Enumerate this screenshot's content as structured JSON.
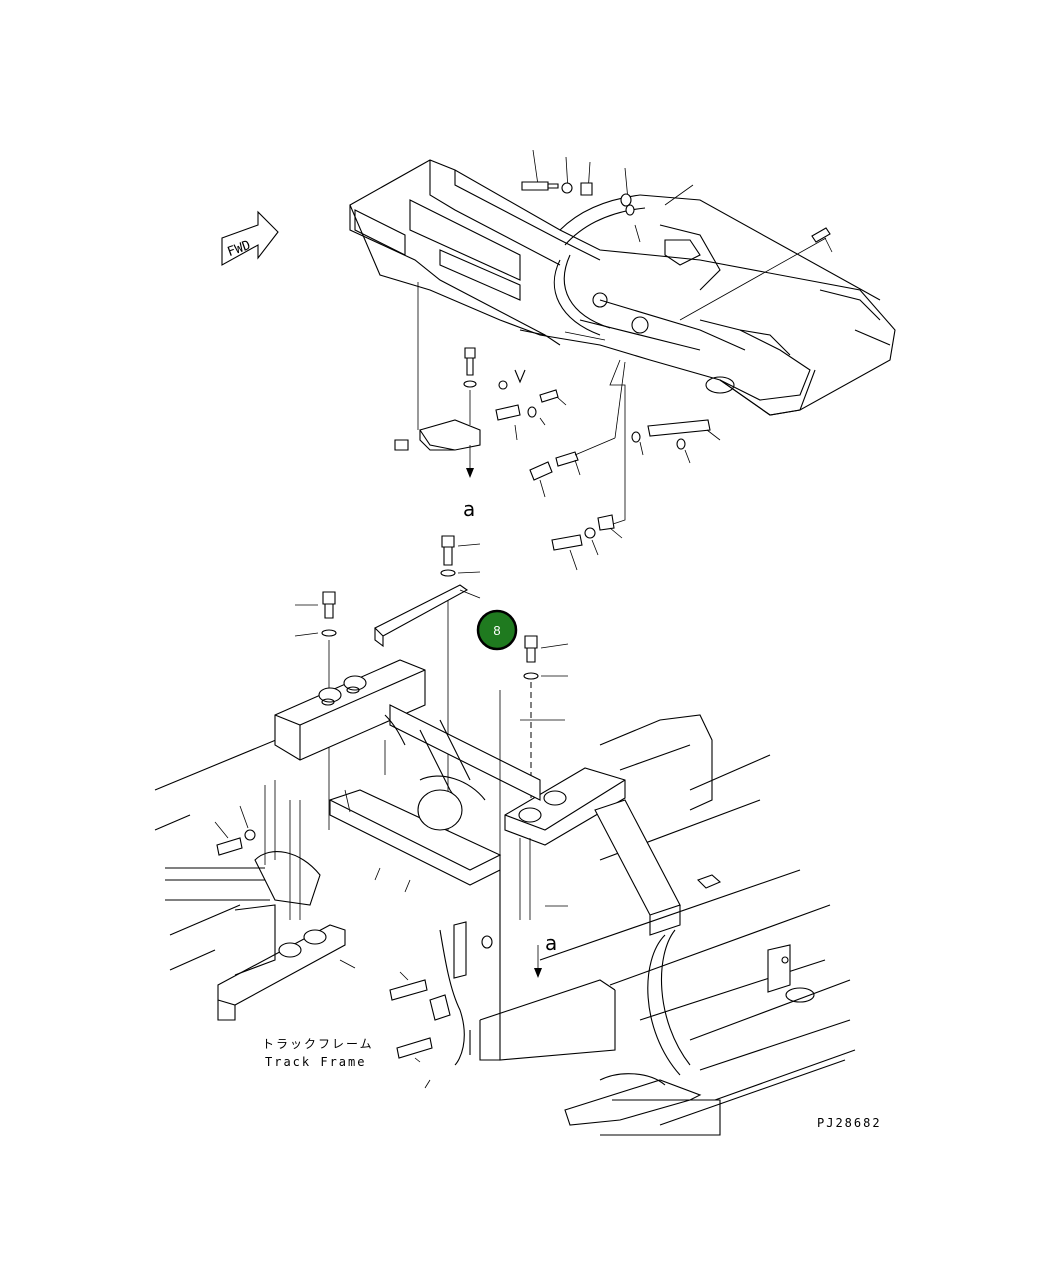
{
  "fwd_label": "FWD",
  "ref_upper": "a",
  "ref_lower": "a",
  "track_frame_jp": "トラックフレーム",
  "track_frame_en": "Track Frame",
  "drawing_number": "PJ28682",
  "callout_badge": {
    "number": "8",
    "color": "#1f7a1f"
  }
}
